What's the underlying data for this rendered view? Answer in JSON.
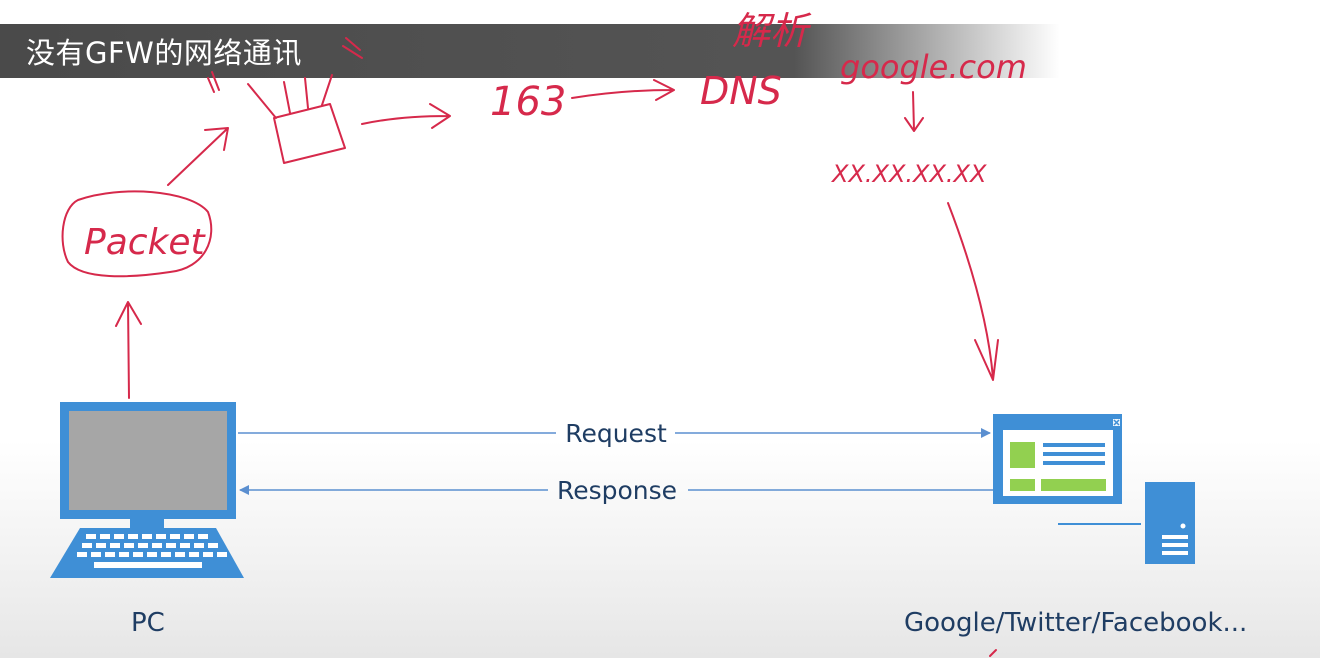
{
  "title": "没有GFW的网络通讯",
  "labels": {
    "pc": "PC",
    "server": "Google/Twitter/Facebook...",
    "request": "Request",
    "response": "Response"
  },
  "annotations": {
    "packet": "Packet",
    "isp": "163",
    "dns": "DNS",
    "resolve": "解析",
    "domain": "google.com",
    "ip": "XX.XX.XX.XX"
  },
  "colors": {
    "diagram_blue": "#3f8fd6",
    "line_blue": "#5b8fd0",
    "ink_red": "#d6294b",
    "screen_gray": "#a6a6a6",
    "accent_green": "#92d050"
  }
}
